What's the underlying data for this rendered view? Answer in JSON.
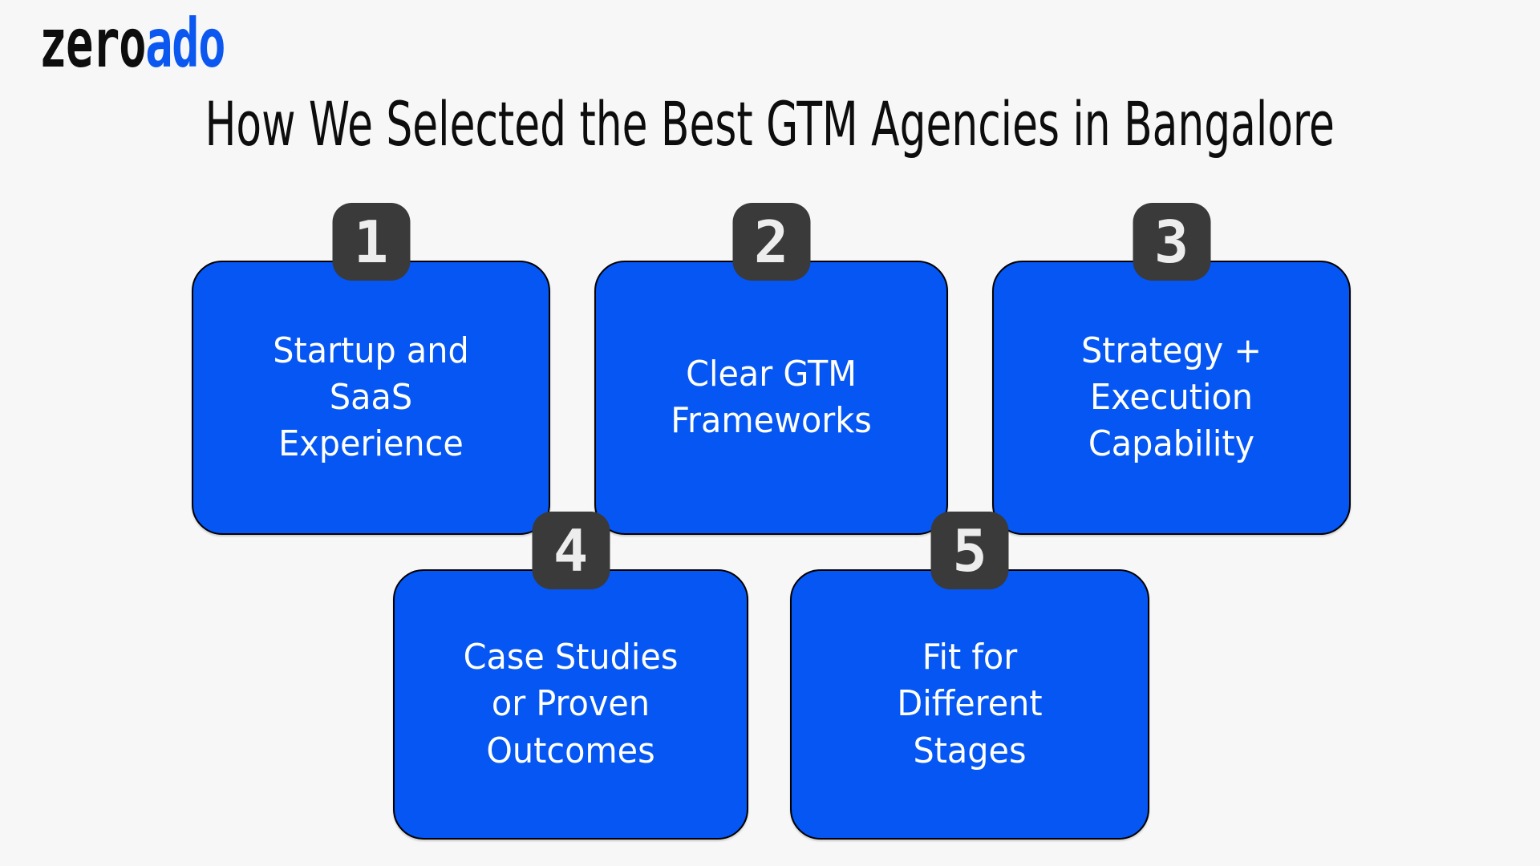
{
  "brand": {
    "logo_black": "zero",
    "logo_blue": "ado"
  },
  "title": "How We Selected the Best GTM Agencies in Bangalore",
  "colors": {
    "background": "#f7f7f7",
    "card_blue": "#0556f2",
    "card_border": "#000000",
    "card_text": "#ffffff",
    "badge_dark": "#3a3a3a",
    "badge_digit": "#ededed",
    "logo_black": "#0d0d0d",
    "logo_blue": "#0b57f0",
    "title_color": "#0d0d0d"
  },
  "cards": [
    {
      "number": "1",
      "lines": [
        "Startup and",
        "SaaS",
        "Experience"
      ]
    },
    {
      "number": "2",
      "lines": [
        "Clear GTM",
        "Frameworks"
      ]
    },
    {
      "number": "3",
      "lines": [
        "Strategy +",
        "Execution",
        "Capability"
      ]
    },
    {
      "number": "4",
      "lines": [
        "Case Studies",
        "or Proven",
        "Outcomes"
      ]
    },
    {
      "number": "5",
      "lines": [
        "Fit for",
        "Different",
        "Stages"
      ]
    }
  ]
}
